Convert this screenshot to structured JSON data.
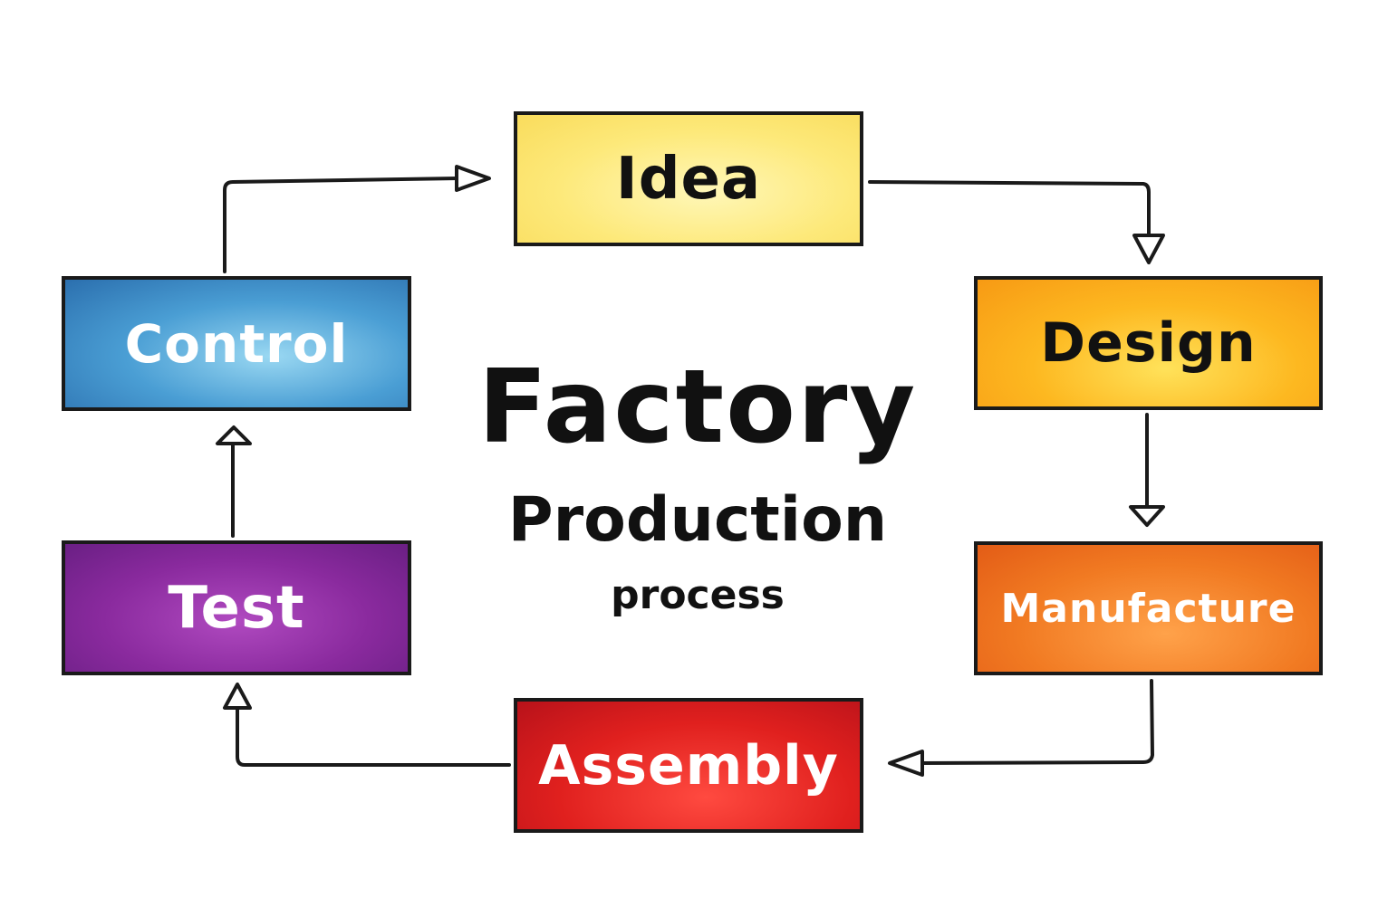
{
  "diagram": {
    "title_line_1": "Factory",
    "title_line_2": "Production",
    "title_line_3": "process",
    "steps": [
      {
        "label": "Idea",
        "color": "#fde97a"
      },
      {
        "label": "Design",
        "color": "#fdb820"
      },
      {
        "label": "Manufacture",
        "color": "#f17a22"
      },
      {
        "label": "Assembly",
        "color": "#e0201e"
      },
      {
        "label": "Test",
        "color": "#8a2a9e"
      },
      {
        "label": "Control",
        "color": "#4a9ed4"
      }
    ],
    "flow": [
      {
        "from": "Idea",
        "to": "Design"
      },
      {
        "from": "Design",
        "to": "Manufacture"
      },
      {
        "from": "Manufacture",
        "to": "Assembly"
      },
      {
        "from": "Assembly",
        "to": "Test"
      },
      {
        "from": "Test",
        "to": "Control"
      },
      {
        "from": "Control",
        "to": "Idea"
      }
    ],
    "stroke_color": "#1a1a1a"
  }
}
